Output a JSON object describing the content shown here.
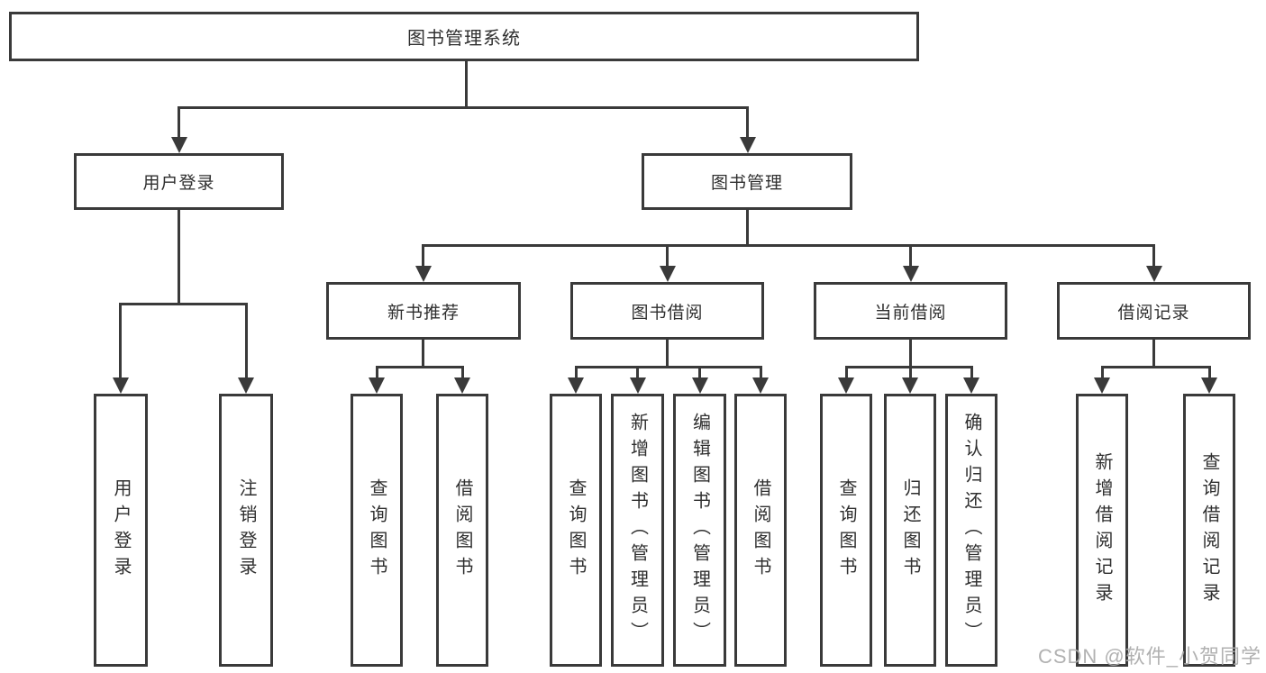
{
  "diagram_title": "图书管理系统",
  "tree": {
    "label": "图书管理系统",
    "children": [
      {
        "label": "用户登录",
        "children": [
          {
            "label": "用户登录"
          },
          {
            "label": "注销登录"
          }
        ]
      },
      {
        "label": "图书管理",
        "children": [
          {
            "label": "新书推荐",
            "children": [
              {
                "label": "查询图书"
              },
              {
                "label": "借阅图书"
              }
            ]
          },
          {
            "label": "图书借阅",
            "children": [
              {
                "label": "查询图书"
              },
              {
                "label": "新增图书（管理员）"
              },
              {
                "label": "编辑图书（管理员）"
              },
              {
                "label": "借阅图书"
              }
            ]
          },
          {
            "label": "当前借阅",
            "children": [
              {
                "label": "查询图书"
              },
              {
                "label": "归还图书"
              },
              {
                "label": "确认归还（管理员）"
              }
            ]
          },
          {
            "label": "借阅记录",
            "children": [
              {
                "label": "新增借阅记录"
              },
              {
                "label": "查询借阅记录"
              }
            ]
          }
        ]
      }
    ]
  },
  "watermark": {
    "text": "CSDN @软件_小贺同学"
  },
  "colors": {
    "line": "#3a3a3a",
    "text": "#2f2f2f",
    "background": "#ffffff",
    "watermark": "#ababab"
  }
}
